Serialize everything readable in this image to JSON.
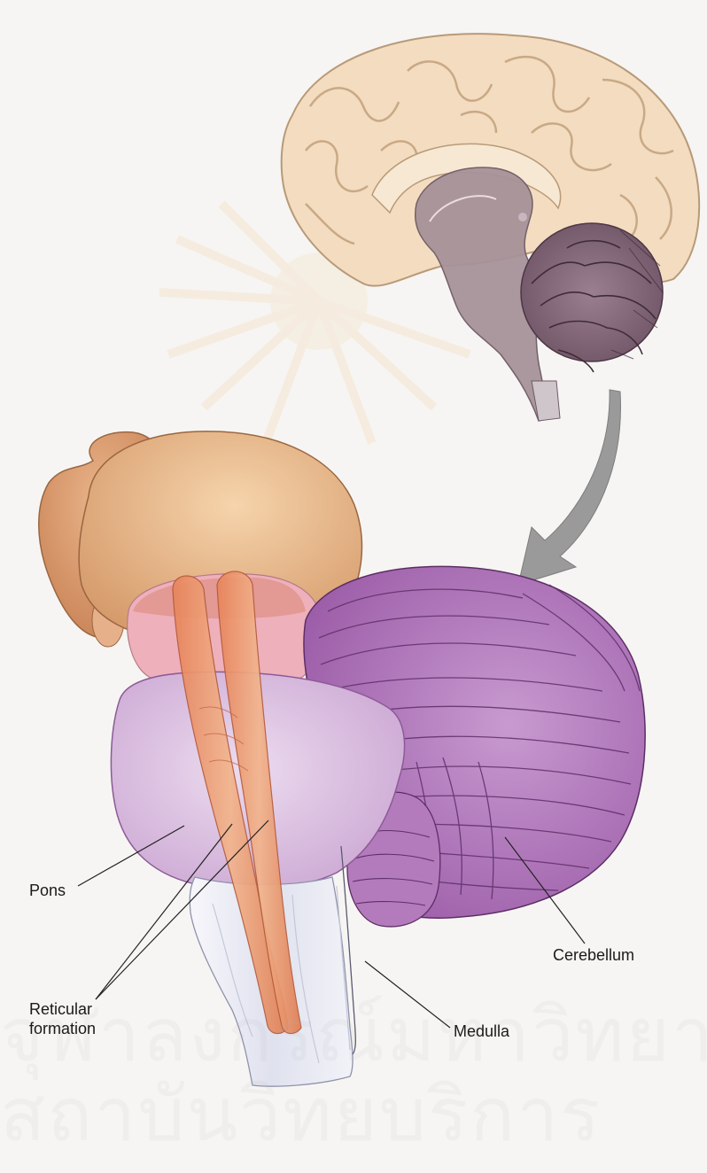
{
  "labels": {
    "pons": "Pons",
    "reticular_line1": "Reticular",
    "reticular_line2": "formation",
    "medulla": "Medulla",
    "cerebellum": "Cerebellum"
  },
  "watermark": {
    "line1": "สถาบันวิทยบริการ",
    "line2": "จุฬาลงกรณ์มหาวิทยาลัย"
  },
  "colors": {
    "cerebrum": "#f3dcc0",
    "cerebrum_outline": "#b89a78",
    "midbrain_sagittal": "#a7929a",
    "thalamus_tan": "#e0a875",
    "pons_purple": "#d8b9df",
    "cerebellum_purple": "#a76bb0",
    "reticular": "#e89a6e",
    "medulla_blue": "#e7e9f3",
    "arrow_gray": "#9a9a9a"
  }
}
